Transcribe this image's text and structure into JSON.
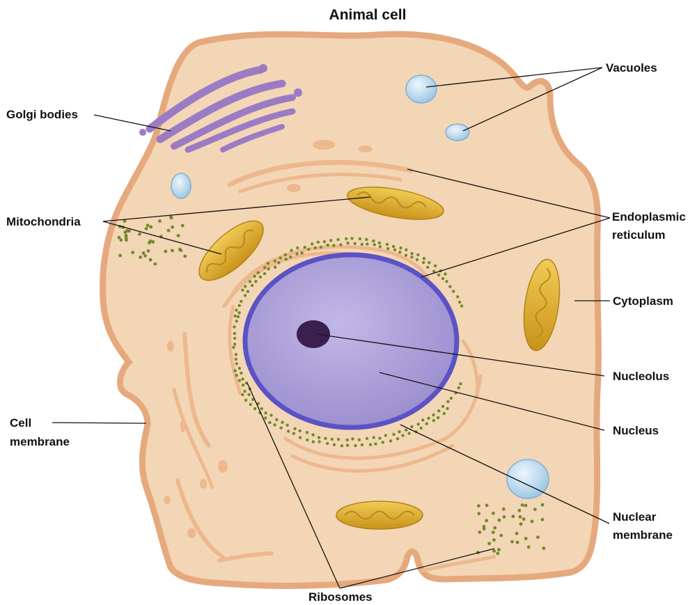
{
  "title": "Animal cell",
  "labels": {
    "golgi": "Golgi bodies",
    "vacuoles": "Vacuoles",
    "mitochondria": "Mitochondria",
    "er_line1": "Endoplasmic",
    "er_line2": "reticulum",
    "cytoplasm": "Cytoplasm",
    "nucleolus": "Nucleolus",
    "nucleus": "Nucleus",
    "cell_membrane_line1": "Cell",
    "cell_membrane_line2": "membrane",
    "nuclear_membrane_line1": "Nuclear",
    "nuclear_membrane_line2": "membrane",
    "ribosomes": "Ribosomes"
  },
  "colors": {
    "cytoplasm": "#f3d6b5",
    "cell_membrane": "#e6a97d",
    "nucleus": "#a79bd6",
    "nuclear_membrane": "#5b53c4",
    "nucleolus": "#3a1f4f",
    "mitochondria": "#d9a81f",
    "golgi": "#9b7cc4",
    "vacuole": "#b9d9ee",
    "endoplasmic_reticulum": "#edb88d",
    "ribosome": "#6f8a2a"
  }
}
